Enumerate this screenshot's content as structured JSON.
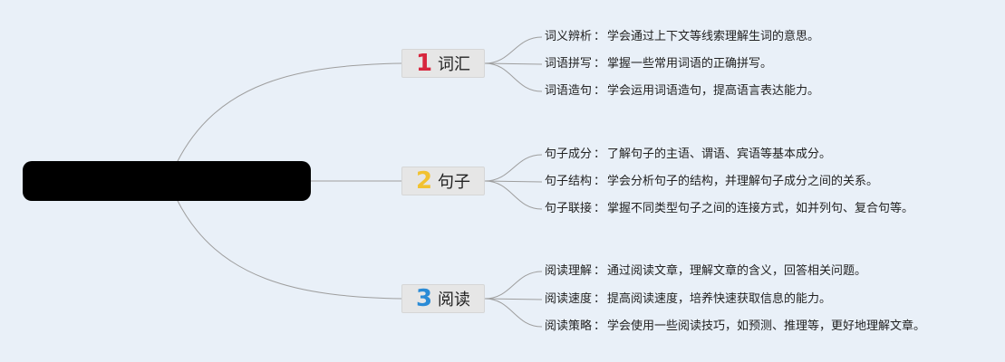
{
  "colors": {
    "background": "#e9f0f8",
    "root_fill": "#000000",
    "connector": "#9e9e9e",
    "branch_fill": "#e6e6e6",
    "num1": "#d7263d",
    "num2": "#f2c230",
    "num3": "#2a8bd6"
  },
  "root": {
    "text": ""
  },
  "branches": [
    {
      "number": "1",
      "label": "词汇",
      "children": [
        {
          "term": "词义辨析",
          "sep": "：",
          "desc": "学会通过上下文等线索理解生词的意思。"
        },
        {
          "term": "词语拼写",
          "sep": "：",
          "desc": "掌握一些常用词语的正确拼写。"
        },
        {
          "term": "词语造句",
          "sep": "：",
          "desc": "学会运用词语造句，提高语言表达能力。"
        }
      ]
    },
    {
      "number": "2",
      "label": "句子",
      "children": [
        {
          "term": "句子成分",
          "sep": "：",
          "desc": "了解句子的主语、谓语、宾语等基本成分。"
        },
        {
          "term": "句子结构",
          "sep": "：",
          "desc": "学会分析句子的结构，并理解句子成分之间的关系。"
        },
        {
          "term": "句子联接",
          "sep": "：",
          "desc": "掌握不同类型句子之间的连接方式，如并列句、复合句等。"
        }
      ]
    },
    {
      "number": "3",
      "label": "阅读",
      "children": [
        {
          "term": "阅读理解",
          "sep": "：",
          "desc": "通过阅读文章，理解文章的含义，回答相关问题。"
        },
        {
          "term": "阅读速度",
          "sep": "：",
          "desc": "提高阅读速度，培养快速获取信息的能力。"
        },
        {
          "term": "阅读策略",
          "sep": "：",
          "desc": "学会使用一些阅读技巧，如预测、推理等，更好地理解文章。"
        }
      ]
    }
  ]
}
